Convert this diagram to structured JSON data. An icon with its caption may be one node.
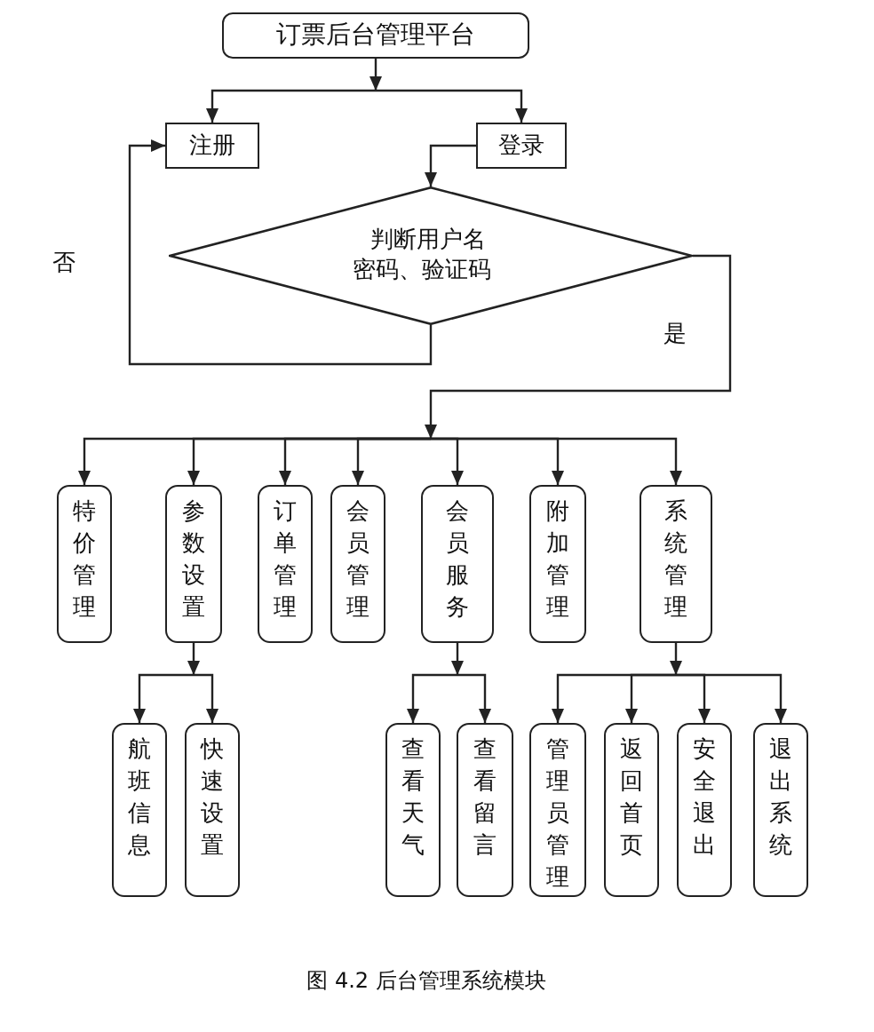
{
  "diagram": {
    "caption": "图 4.2 后台管理系统模块",
    "nodes": [
      {
        "text": [
          "订票后台管理平台"
        ]
      },
      {
        "text": [
          "注册"
        ]
      },
      {
        "text": [
          "登录"
        ]
      },
      {
        "text": [
          "判断用户名密码、验证码"
        ]
      },
      {
        "text": [
          "特价管理"
        ]
      },
      {
        "text": [
          "参数设置"
        ]
      },
      {
        "text": [
          "订单管理"
        ]
      },
      {
        "text": [
          "会员管理"
        ]
      },
      {
        "text": [
          "会员服务"
        ]
      },
      {
        "text": [
          "附加管理"
        ]
      },
      {
        "text": [
          "系统管理"
        ]
      },
      {
        "text": [
          "航班信息"
        ]
      },
      {
        "text": [
          "快速设置"
        ]
      },
      {
        "text": [
          "查看天气"
        ]
      },
      {
        "text": [
          "查看留言"
        ]
      },
      {
        "text": [
          "管理员管理"
        ]
      },
      {
        "text": [
          "返回首页"
        ]
      },
      {
        "text": [
          "安全退出"
        ]
      },
      {
        "text": [
          "退出系统"
        ]
      }
    ],
    "edges": [
      {
        "from": 0,
        "to": 1,
        "arrow": "to"
      },
      {
        "from": 0,
        "to": 2,
        "arrow": "to"
      },
      {
        "from": 2,
        "to": 3,
        "arrow": "to"
      },
      {
        "from": 3,
        "to": 1,
        "arrow": "to",
        "label": "否"
      },
      {
        "from": 3,
        "to": 4,
        "arrow": "to",
        "label": "是"
      },
      {
        "from": 3,
        "to": 5,
        "arrow": "to"
      },
      {
        "from": 3,
        "to": 6,
        "arrow": "to"
      },
      {
        "from": 3,
        "to": 7,
        "arrow": "to"
      },
      {
        "from": 3,
        "to": 8,
        "arrow": "to"
      },
      {
        "from": 3,
        "to": 9,
        "arrow": "to"
      },
      {
        "from": 3,
        "to": 10,
        "arrow": "to"
      },
      {
        "from": 5,
        "to": 11,
        "arrow": "to"
      },
      {
        "from": 5,
        "to": 12,
        "arrow": "to"
      },
      {
        "from": 8,
        "to": 13,
        "arrow": "to"
      },
      {
        "from": 8,
        "to": 14,
        "arrow": "to"
      },
      {
        "from": 10,
        "to": 15,
        "arrow": "to"
      },
      {
        "from": 10,
        "to": 16,
        "arrow": "to"
      },
      {
        "from": 10,
        "to": 17,
        "arrow": "to"
      },
      {
        "from": 10,
        "to": 18,
        "arrow": "to"
      }
    ]
  }
}
